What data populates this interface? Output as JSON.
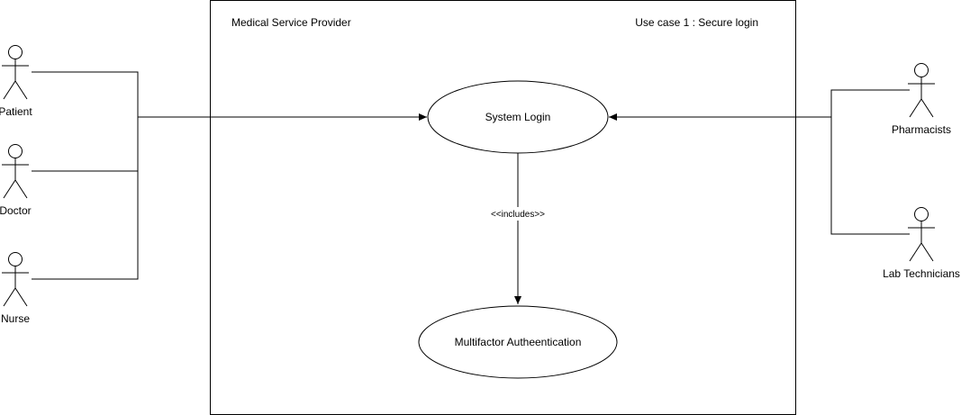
{
  "system": {
    "name": "Medical Service Provider",
    "title": "Use case 1 : Secure login"
  },
  "use_cases": {
    "login": "System Login",
    "mfa": "Multifactor Autheentication"
  },
  "relation": {
    "include_label": "<<includes>>"
  },
  "actors": {
    "patient": "Patient",
    "doctor": "Doctor",
    "nurse": "Nurse",
    "pharmacists": "Pharmacists",
    "lab": "Lab Technicians"
  },
  "colors": {
    "stroke": "#000000",
    "background": "#ffffff"
  }
}
